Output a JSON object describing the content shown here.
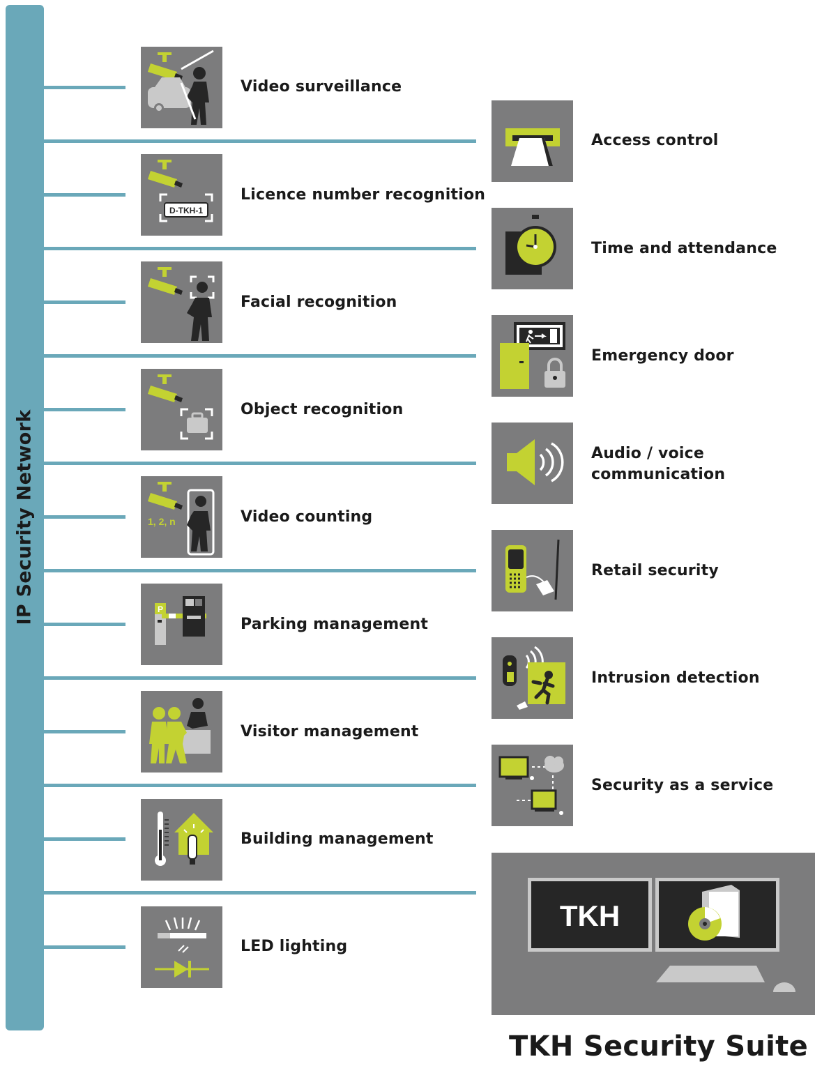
{
  "network_label": "IP Security Network",
  "left_items": [
    {
      "label": "Video surveillance",
      "icon": "video-surveillance-icon"
    },
    {
      "label": "Licence number recognition",
      "icon": "licence-plate-icon",
      "plate_text": "D-TKH-1"
    },
    {
      "label": "Facial recognition",
      "icon": "facial-recognition-icon"
    },
    {
      "label": "Object recognition",
      "icon": "object-recognition-icon"
    },
    {
      "label": "Video counting",
      "icon": "video-counting-icon",
      "count_text": "1, 2, n"
    },
    {
      "label": "Parking management",
      "icon": "parking-icon",
      "sign_text": "P"
    },
    {
      "label": "Visitor management",
      "icon": "visitor-icon"
    },
    {
      "label": "Building management",
      "icon": "building-icon"
    },
    {
      "label": "LED lighting",
      "icon": "led-icon"
    }
  ],
  "right_items": [
    {
      "label": "Access control",
      "icon": "access-control-icon"
    },
    {
      "label": "Time and attendance",
      "icon": "clock-icon"
    },
    {
      "label": "Emergency door",
      "icon": "emergency-door-icon"
    },
    {
      "label": "Audio / voice",
      "label2": "communication",
      "icon": "speaker-icon"
    },
    {
      "label": "Retail security",
      "icon": "retail-tag-icon"
    },
    {
      "label": "Intrusion detection",
      "icon": "intrusion-icon"
    },
    {
      "label": "Security as a service",
      "icon": "cloud-computer-icon"
    }
  ],
  "suite": {
    "logo_text": "TKH",
    "title": "TKH Security Suite"
  },
  "colors": {
    "network": "#6aa8b9",
    "tile": "#7c7c7d",
    "accent": "#c3d232",
    "light": "#c9c9c9",
    "dark": "#262626",
    "text": "#1a1a1a"
  }
}
